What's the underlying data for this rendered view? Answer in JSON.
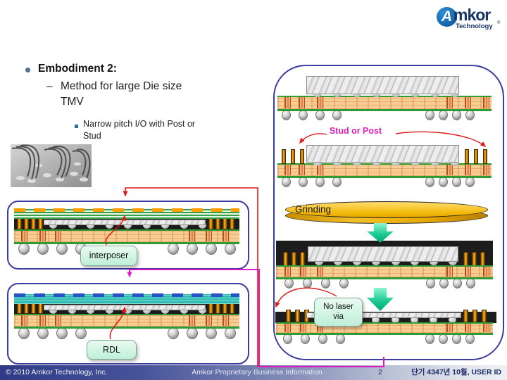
{
  "logo": {
    "a": "A",
    "name": "mkor",
    "sub": "Technology",
    "reg": "®"
  },
  "content": {
    "bullet1": "Embodiment 2:",
    "bullet2_dash": "–",
    "bullet2_line1": "Method for large Die size",
    "bullet2_line2": "TMV",
    "bullet3_line1": "Narrow pitch I/O with Post or",
    "bullet3_line2": "Stud"
  },
  "diagram_labels": {
    "stud_or_post": "Stud or Post",
    "grinding": "Grinding",
    "interposer": "interposer",
    "rdl": "RDL",
    "no_laser_line1": "No laser",
    "no_laser_line2": "via"
  },
  "footer": {
    "copyright": "© 2010 Amkor Technology, Inc.",
    "confidential": "Amkor Proprietary Business Information",
    "page": "2",
    "date_user": "단기 4347년 10월, USER ID"
  },
  "colors": {
    "accent_red": "#E01818",
    "accent_magenta": "#E018C8",
    "panel_border": "#3C3C9E",
    "substrate_tan": "#F7CD92",
    "green_edge": "#2E9B35",
    "stud_gold": "#E89010",
    "mold_black": "#1C1C1C",
    "arrow_teal": "#17C88E",
    "grinder_gold": "#F2B705",
    "label_mint": "#C9F3DE",
    "footer_navy": "#2E3A86"
  }
}
